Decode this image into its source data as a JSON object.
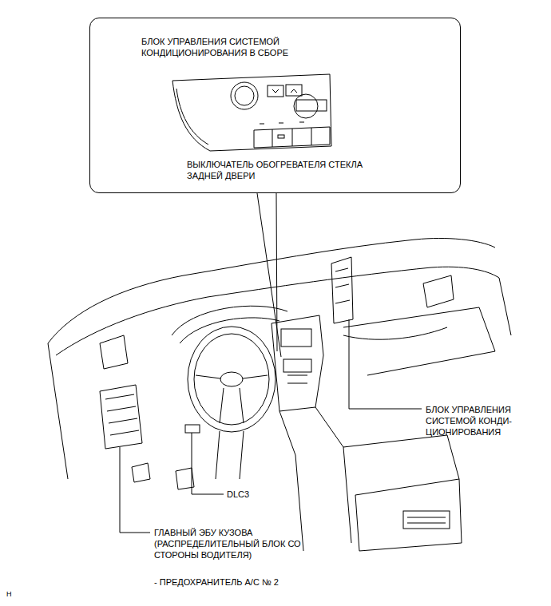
{
  "diagram": {
    "nodes": [
      {
        "text": [
          "БЛОК УПРАВЛЕНИЯ СИСТЕМОЙ КОНДИЦИОНИРОВАНИЯ В СБОРЕ",
          "ВЫКЛЮЧАТЕЛЬ ОБОГРЕВАТЕЛЯ СТЕКЛА ЗАДНЕЙ ДВЕРИ"
        ]
      }
    ],
    "labels": [
      "БЛОК УПРАВЛЕНИЯ СИСТЕМОЙ КОНДИ- ЦИОНИРОВАНИЯ",
      "DLC3",
      "ГЛАВНЫЙ ЭБУ КУЗОВА (РАСПРЕДЕЛИТЕЛЬНЫЙ БЛОК СО СТОРОНЫ ВОДИТЕЛЯ)",
      "- ПРЕДОХРАНИТЕЛЬ A/C № 2",
      "H"
    ]
  }
}
